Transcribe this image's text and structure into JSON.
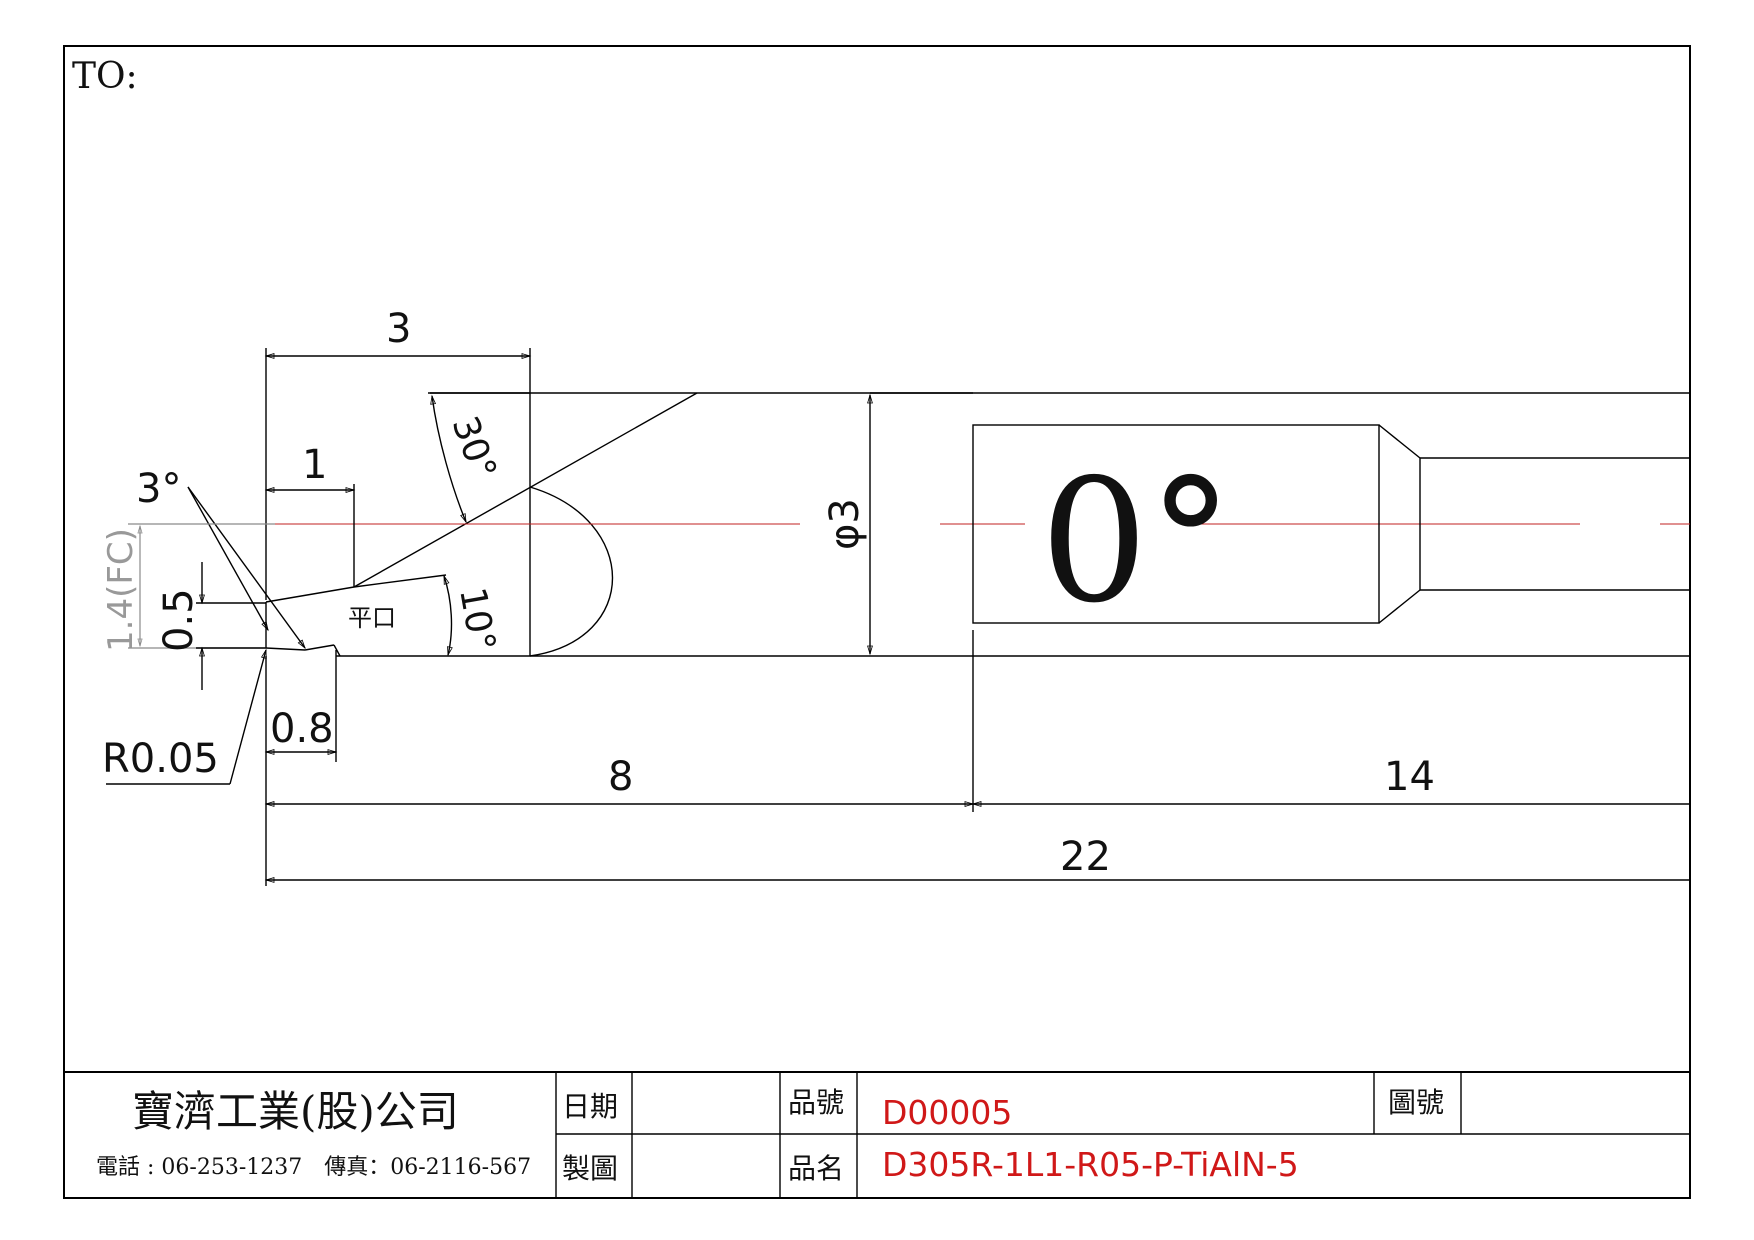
{
  "drawing": {
    "to_label": "TO:",
    "angle_display": "0°",
    "dimensions": {
      "length_3": "3",
      "length_1": "1",
      "angle_3deg": "3°",
      "angle_30deg": "30°",
      "angle_10deg": "10°",
      "diameter": "φ3",
      "fc_height": "1.4(FC)",
      "width_05": "0.5",
      "width_08": "0.8",
      "radius": "R0.05",
      "length_8": "8",
      "length_14": "14",
      "length_22": "22",
      "flat_note": "平口"
    }
  },
  "title_block": {
    "company": "寶濟工業(股)公司",
    "contact": "電話 : 06-253-1237　傳真：06-2116-567",
    "date_label": "日期",
    "drawn_label": "製圖",
    "part_no_label": "品號",
    "part_no_value": "D00005",
    "part_name_label": "品名",
    "part_name_value": "D305R-1L1-R05-P-TiAlN-5",
    "drawing_no_label": "圖號"
  },
  "colors": {
    "accent_red": "#d01818",
    "centerline": "#c02020"
  }
}
